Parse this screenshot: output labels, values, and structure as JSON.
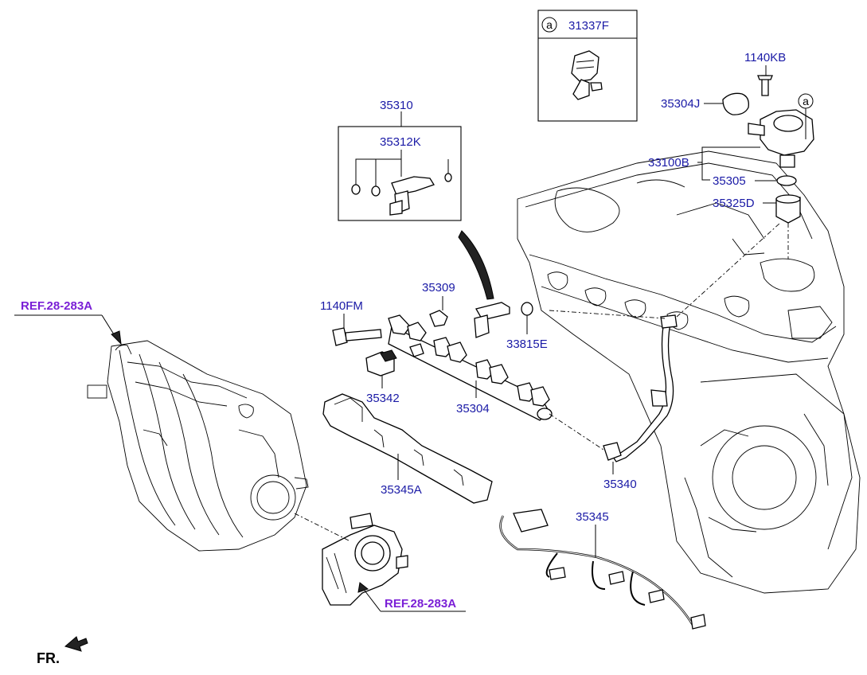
{
  "labels": {
    "p31337F": "31337F",
    "p1140KB": "1140KB",
    "p35304J": "35304J",
    "p35310": "35310",
    "p35312K": "35312K",
    "p33100B": "33100B",
    "p35305": "35305",
    "p35325D": "35325D",
    "p35309": "35309",
    "p1140FM": "1140FM",
    "p33815E": "33815E",
    "p35342": "35342",
    "p35304": "35304",
    "p35345A": "35345A",
    "p35340": "35340",
    "p35345": "35345",
    "ref_left": "REF.28-283A",
    "ref_bottom": "REF.28-283A",
    "callout_a_box": "a",
    "callout_a_pump": "a",
    "fr": "FR."
  },
  "colors": {
    "part_number": "#1a1aa6",
    "reference": "#7a1fd6",
    "line_art": "#000000"
  }
}
